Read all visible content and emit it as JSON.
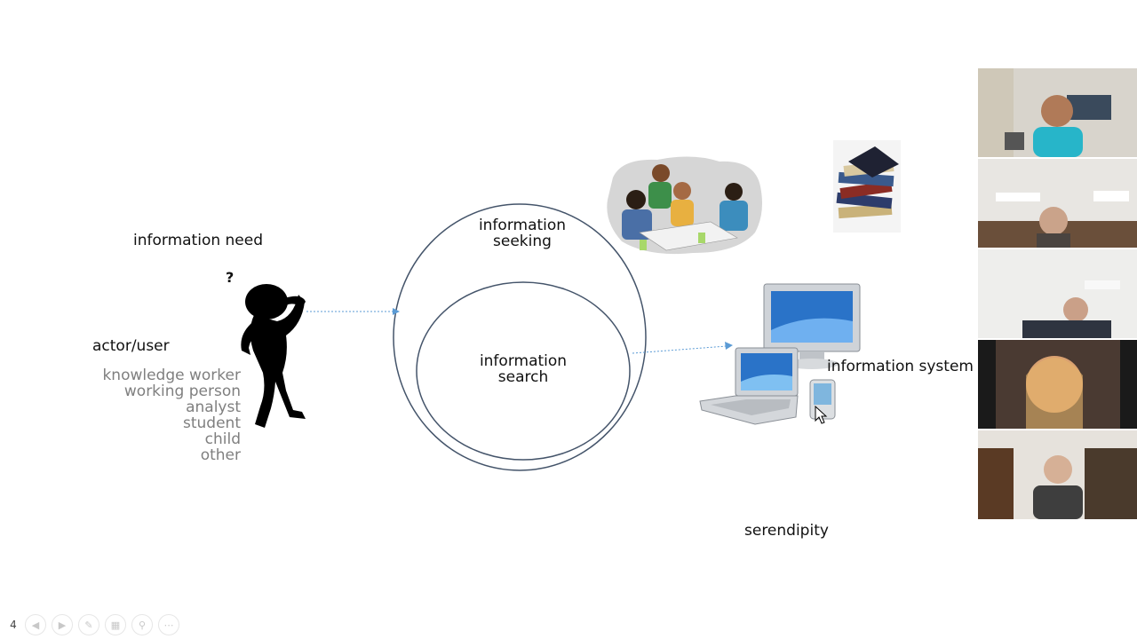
{
  "slide": {
    "information_need": "information need",
    "actor_user": "actor/user",
    "actor_types": [
      "knowledge worker",
      "working person",
      "analyst",
      "student",
      "child",
      "other"
    ],
    "information_seeking": [
      "information",
      "seeking"
    ],
    "information_search": [
      "information",
      "search"
    ],
    "information_system": "information system",
    "serendipity": "serendipity",
    "question_mark": "?"
  },
  "toolbar": {
    "page_number": "4"
  },
  "video_participants": [
    "participant-1",
    "participant-2",
    "participant-3",
    "participant-4",
    "participant-5"
  ],
  "colors": {
    "circle_stroke": "#44546a",
    "arrow": "#5b9bd5",
    "screen_blue": "#2a73c8"
  }
}
